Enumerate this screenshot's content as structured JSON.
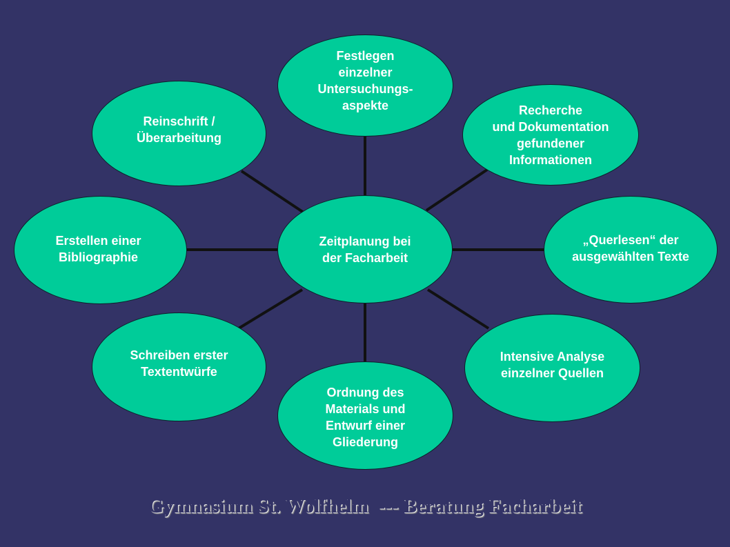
{
  "colors": {
    "background": "#333366",
    "node_fill": "#00cc99",
    "node_text": "#ffffff",
    "connector": "#111111",
    "footer_text": "#333366"
  },
  "center": {
    "label": "Zeitplanung bei\nder Facharbeit"
  },
  "nodes": [
    {
      "id": "festlegen",
      "label": "Festlegen\neinzelner\nUntersuchungs-\naspekte"
    },
    {
      "id": "recherche",
      "label": "Recherche\nund Dokumentation\ngefundener\nInformationen"
    },
    {
      "id": "querlesen",
      "label": "„Querlesen“ der\nausgewählten Texte"
    },
    {
      "id": "analyse",
      "label": "Intensive Analyse\neinzelner Quellen"
    },
    {
      "id": "ordnung",
      "label": "Ordnung des\nMaterials und\nEntwurf einer\nGliederung"
    },
    {
      "id": "schreiben",
      "label": "Schreiben erster\nTextentwürfe"
    },
    {
      "id": "bibliographie",
      "label": "Erstellen einer\nBibliographie"
    },
    {
      "id": "reinschrift",
      "label": "Reinschrift /\nÜberarbeitung"
    }
  ],
  "footer": {
    "text": "Gymnasium St. Wolfhelm  --- Beratung Facharbeit"
  }
}
